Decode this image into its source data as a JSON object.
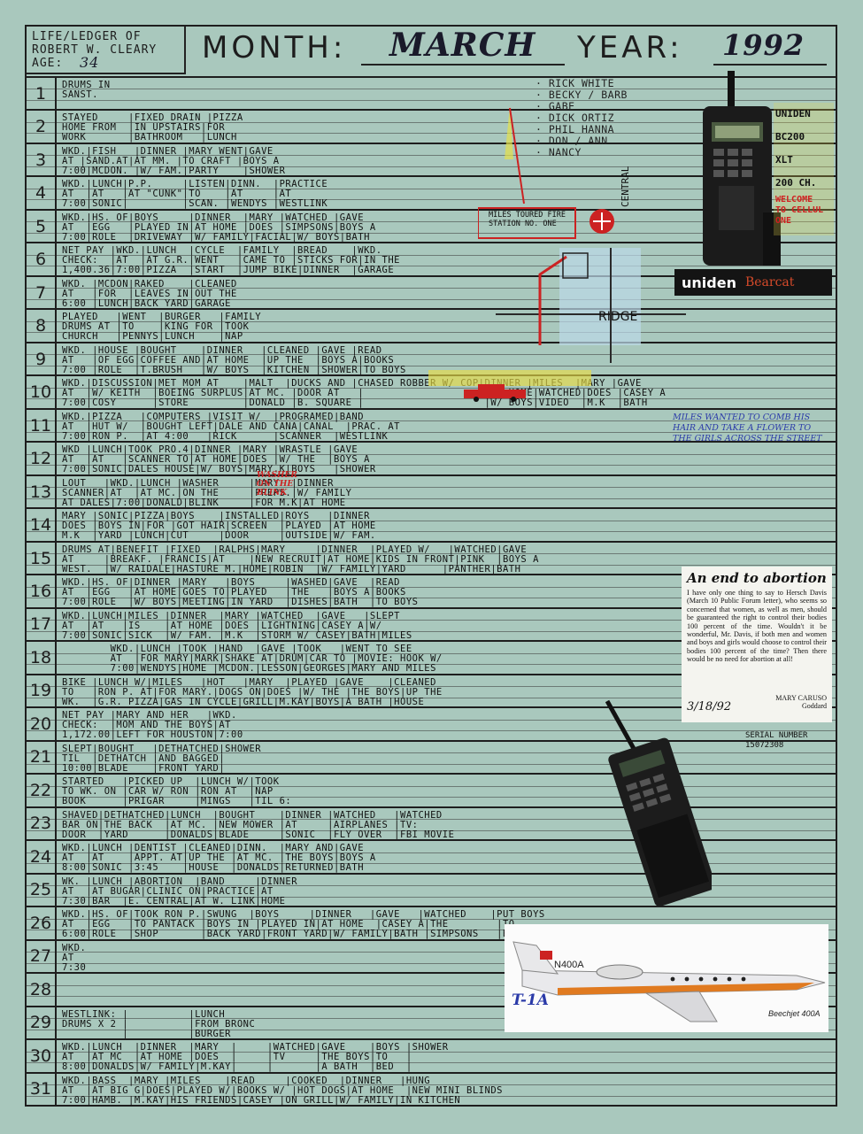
{
  "header": {
    "line1": "LIFE/LEDGER OF",
    "line2": "ROBERT W. CLEARY",
    "age_label": "AGE:",
    "age_value": "34",
    "month_label": "MONTH:",
    "month_value": "MARCH",
    "year_label": "YEAR:",
    "year_value": "1992"
  },
  "names_list": [
    "· RICK WHITE",
    "· BECKY / BARB",
    "· GABE",
    "· DICK ORTIZ",
    "· PHIL HANNA",
    "· DON / ANN",
    "· NANCY"
  ],
  "scanner": {
    "side_text": [
      "UNIDEN",
      "BC200",
      "XLT",
      "200 CH.",
      "WELCOME",
      "TO CELLUL",
      "ONE"
    ],
    "brand": "uniden",
    "model": "Bearcat"
  },
  "map": {
    "street_central": "CENTRAL",
    "street_ridge": "RIDGE",
    "fire_station": "MILES TOURED FIRE STATION NO. ONE"
  },
  "rows": [
    {
      "day": "1",
      "text": "DRUMS IN\nSANST."
    },
    {
      "day": "2",
      "text": "STAYED     |FIXED DRAIN |PIZZA\nHOME FROM  |IN UPSTAIRS|FOR\nWORK       |BATHROOM   |LUNCH"
    },
    {
      "day": "3",
      "text": "WKD.|FISH   |DINNER |MARY WENT|GAVE\nAT |SAND.AT|AT MM. |TO CRAFT |BOYS A\n7:00|MCDON. |W/ FAM.|PARTY    |SHOWER"
    },
    {
      "day": "4",
      "text": "WKD.|LUNCH|P.P.     |LISTEN|DINN.  |PRACTICE\nAT  |AT   |AT \"CUNK\"|TO    |AT     |AT\n7:00|SONIC|         |SCAN. |WENDYS |WESTLINK"
    },
    {
      "day": "5",
      "text": "WKD.|HS. OF|BOYS     |DINNER  |MARY |WATCHED |GAVE\nAT  |EGG   |PLAYED IN|AT HOME |DOES |SIMPSONS|BOYS A\n7:00|ROLE  |DRIVEWAY |W/ FAMILY|FACIAL|W/ BOYS|BATH"
    },
    {
      "day": "6",
      "text": "NET PAY |WKD.|LUNCH  |CYCLE  |FAMILY  |BREAD    |WKD.\nCHECK:  |AT  |AT G.R.|WENT   |CAME TO |STICKS FOR|IN THE\n1,400.36|7:00|PIZZA  |START  |JUMP BIKE|DINNER  |GARAGE"
    },
    {
      "day": "7",
      "text": "WKD. |MCDON|RAKED    |CLEANED\nAT   |FOR  |LEAVES IN|OUT THE\n6:00 |LUNCH|BACK YARD|GARAGE"
    },
    {
      "day": "8",
      "text": "PLAYED   |WENT  |BURGER   |FAMILY\nDRUMS AT |TO    |KING FOR |TOOK\nCHURCH   |PENNYS|LUNCH    |NAP"
    },
    {
      "day": "9",
      "text": "WKD. |HOUSE |BOUGHT    |DINNER   |CLEANED |GAVE |READ\nAT   |OF EGG|COFFEE AND|AT HOME  |UP THE  |BOYS A|BOOKS\n7:00 |ROLE  |T.BRUSH   |W/ BOYS  |KITCHEN |SHOWER|TO BOYS"
    },
    {
      "day": "10",
      "text": "WKD.|DISCUSSION|MET MOM AT    |MALT  |DUCKS AND |CHASED ROBBER W/ COP|DINNER |MILES  |MARY |GAVE\nAT  |W/ KEITH  |BOEING SURPLUS|AT MC. |DOOR AT   |                    |AT HOME|WATCHED|DOES |CASEY A\n7:00|COSY      |STORE         |DONALD |B. SQUARE |                    |W/ BOYS|VIDEO  |M.K  |BATH"
    },
    {
      "day": "11",
      "text": "WKD.|PIZZA   |COMPUTERS |VISIT W/  |PROGRAMED|BAND\nAT  |HUT W/  |BOUGHT LEFT|DALE AND CANA|CANAL  |PRAC. AT\n7:00|RON P.  |AT 4:00   |RICK      |SCANNER  |WESTLINK"
    },
    {
      "day": "12",
      "text": "WKD |LUNCH|TOOK PRO.4|DINNER |MARY |WRASTLE |GAVE\nAT  |AT   |SCANNER TO|AT HOME|DOES |W/ THE  |BOYS A\n7:00|SONIC|DALES HOUSE|W/ BOYS|MARY.K|BOYS   |SHOWER"
    },
    {
      "day": "13",
      "text": "LOUT   |WKD.|LUNCH |WASHER     |MARY  |DINNER\nSCANNER|AT  |AT MC.|ON THE     |PREPS.|W/ FAMILY\nAT DALES|7:00|DONALD|BLINK     |FOR M.K|AT HOME"
    },
    {
      "day": "14",
      "text": "MARY |SONIC|PIZZA|BOYS    |INSTALLED|ROYS   |DINNER\nDOES |BOYS IN|FOR |GOT HAIR|SCREEN  |PLAYED |AT HOME\nM.K  |YARD |LUNCH|CUT     |DOOR     |OUTSIDE|W/ FAM."
    },
    {
      "day": "15",
      "text": "DRUMS AT|BENEFIT |FIXED  |RALPHS|MARY     |DINNER  |PLAYED W/   |WATCHED|GAVE\nAT     |BREAKF. |FRANCIS|AT    |NEW RECRUIT|AT HOME|KIDS IN FRONT|PINK  |BOYS A\nWEST.  |W/ RAIDALE|HASTURE M.|HOME|ROBIN  |W/ FAMILY|YARD      |PANTHER|BATH"
    },
    {
      "day": "16",
      "text": "WKD.|HS. OF|DINNER |MARY   |BOYS     |WASHED|GAVE  |READ\nAT  |EGG   |AT HOME|GOES TO|PLAYED   |THE   |BOYS A|BOOKS\n7:00|ROLE  |W/ BOYS|MEETING|IN YARD  |DISHES|BATH  |TO BOYS"
    },
    {
      "day": "17",
      "text": "WKD.|LUNCH|MILES |DINNER  |MARY |WATCHED  |GAVE   |SLEPT\nAT  |AT   |IS    |AT HOME |DOES |LIGHTNING|CASEY A|W/\n7:00|SONIC|SICK  |W/ FAM. |M.K  |STORM W/ CASEY|BATH|MILES"
    },
    {
      "day": "18",
      "text": "        WKD.|LUNCH |TOOK |HAND  |GAVE |TOOK   |WENT TO SEE\n        AT  |FOR MARY|MARK|SHAKE AT|DRUM|CAR TO |MOVIE: HOOK W/\n        7:00|WENDYS|HOME |MCDON.|LESSON|GEORGES|MARY AND MILES"
    },
    {
      "day": "19",
      "text": "BIKE |LUNCH W/|MILES   |HOT   |MARY  |PLAYED |GAVE    |CLEANED\nTO   |RON P. AT|FOR MARY.|DOGS ON|DOES |W/ THE |THE BOYS|UP THE\nWK.  |G.R. PIZZA|GAS IN CYCLE|GRILL|M.KAY|BOYS|A BATH |HOUSE"
    },
    {
      "day": "20",
      "text": "NET PAY |MARY AND HER   |WKD.\nCHECK:  |MOM AND THE BOYS|AT\n1,172.00|LEFT FOR HOUSTON|7:00"
    },
    {
      "day": "21",
      "text": "SLEPT|BOUGHT   |DETHATCHED|SHOWER\nTIL  |DETHATCH |AND BAGGED|\n10:00|BLADE    |FRONT YARD|"
    },
    {
      "day": "22",
      "text": "STARTED   |PICKED UP  |LUNCH W/|TOOK\nTO WK. ON |CAR W/ RON |RON AT  |NAP\nBOOK      |PRIGAR     |MINGS   |TIL 6:"
    },
    {
      "day": "23",
      "text": "SHAVED|DETHATCHED|LUNCH  |BOUGHT    |DINNER |WATCHED   |WATCHED\nBAR ON|THE BACK  |AT MC. |NEW MOWER |AT     |AIRPLANES |TV:\nDOOR  |YARD      |DONALDS|BLADE     |SONIC  |FLY OVER  |FBI MOVIE"
    },
    {
      "day": "24",
      "text": "WKD.|LUNCH |DENTIST |CLEANED|DINN.  |MARY AND|GAVE\nAT  |AT    |APPT. AT|UP THE |AT MC. |THE BOYS|BOYS A\n8:00|SONIC |3:45    |HOUSE  |DONALDS|RETURNED|BATH"
    },
    {
      "day": "25",
      "text": "WK. |LUNCH |ABORTION  |BAND     |DINNER\nAT  |AT BUGAR|CLINIC ON|PRACTICE|AT\n7:30|BAR  |E. CENTRAL|AT W. LINK|HOME"
    },
    {
      "day": "26",
      "text": "WKD.|HS. OF|TOOK RON P.|SWUNG  |BOYS     |DINNER   |GAVE   |WATCHED    |PUT BOYS\nAT  |EGG   |TO PANTACK |BOYS IN |PLAYED IN|AT HOME  |CASEY A|THE        |TO\n6:00|ROLE  |SHOP       |BACK YARD|FRONT YARD|W/ FAMILY|BATH |SIMPSONS   |BED"
    },
    {
      "day": "27",
      "text": "WKD.\nAT\n7:30"
    },
    {
      "day": "28",
      "text": ""
    },
    {
      "day": "29",
      "text": "WESTLINK: |          |LUNCH\nDRUMS X 2 |          |FROM BRONC\n          |          |BURGER"
    },
    {
      "day": "30",
      "text": "WKD.|LUNCH  |DINNER  |MARY  |     |WATCHED|GAVE    |BOYS |SHOWER\nAT  |AT MC  |AT HOME |DOES  |     |TV     |THE BOYS|TO   |\n8:00|DONALDS|W/ FAMILY|M.KAY|     |       |A BATH  |BED  |"
    },
    {
      "day": "31",
      "text": "WKD.|BASS  |MARY |MILES    |READ     |COOKED  |DINNER   |HUNG\nAT  |AT BIG G|DOES|PLAYED W/|BOOKS W/ |HOT DOGS|AT HOME  |NEW MINI BLINDS\n7:00|HAMB. |M.KAY|HIS FRIENDS|CASEY |ON GRILL|W/ FAMILY|IN KITCHEN"
    }
  ],
  "annotations": {
    "miles_note": "MILES WANTED TO COMB HIS HAIR AND TAKE A FLOWER TO THE GIRLS ACROSS THE STREET",
    "washer_note": "WASHER ON THE BLINK",
    "serial_label": "SERIAL NUMBER",
    "serial_value": "15072308",
    "t1a": "T-1A",
    "plane_reg": "N400A",
    "plane_caption": "Beechjet 400A"
  },
  "clipping": {
    "title": "An end to abortion",
    "body": "I have only one thing to say to Hersch Davis (March 10 Public Forum letter), who seems so concerned that women, as well as men, should be guaranteed the right to control their bodies 100 percent of the time. Wouldn't it be wonderful, Mr. Davis, if both men and women and boys and girls would choose to control their bodies 100 percent of the time? Then there would be no need for abortion at all!",
    "author": "MARY CARUSO",
    "location": "Goddard",
    "date": "3/18/92"
  }
}
